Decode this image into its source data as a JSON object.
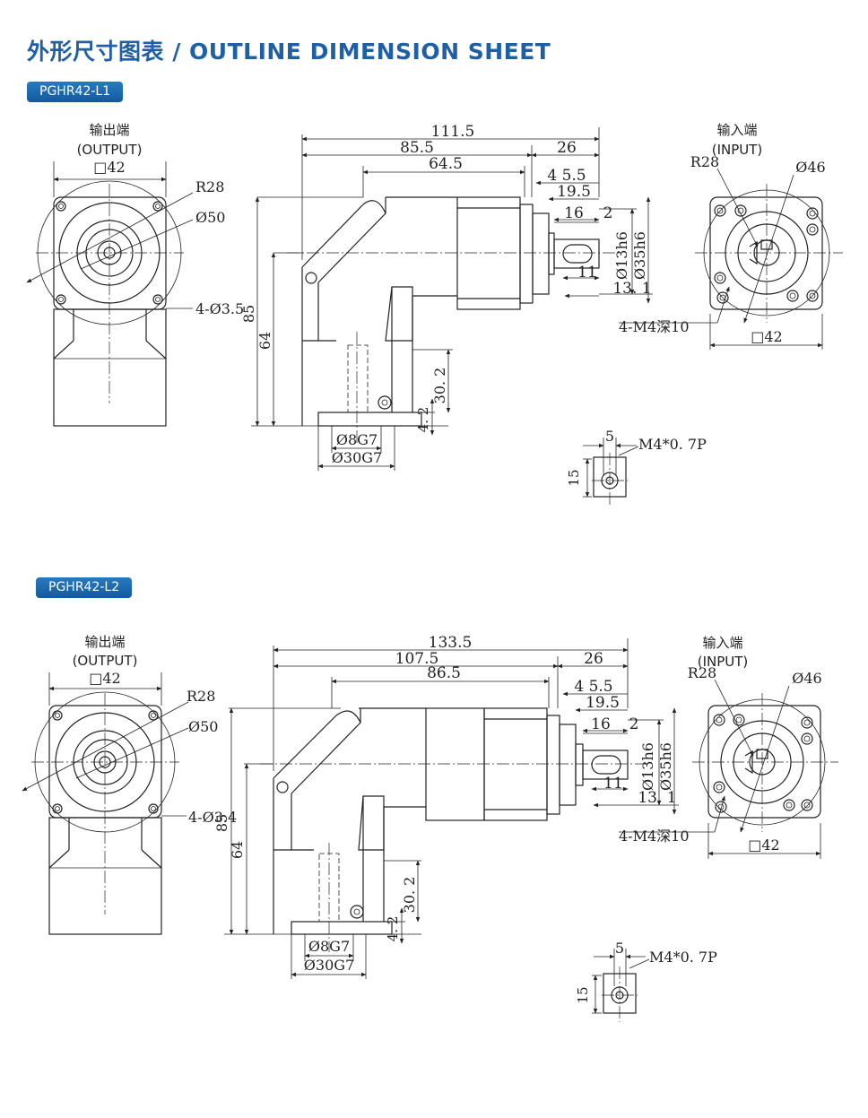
{
  "page_title": "外形尺寸图表 / OUTLINE DIMENSION SHEET",
  "sections": [
    {
      "model": "PGHR42-L1",
      "output_label_cn": "输出端",
      "output_label_en": "(OUTPUT)",
      "output_square": "□42",
      "output_r": "R28",
      "output_dia": "Ø50",
      "output_holes": "4-Ø3.5",
      "input_label_cn": "输入端",
      "input_label_en": "(INPUT)",
      "input_r": "R28",
      "input_dia": "Ø46",
      "input_holes": "4-M4深10",
      "input_square": "□42",
      "dim_total": "111.5",
      "dim_body": "85.5",
      "dim_shaft_len": "26",
      "dim_inner": "64.5",
      "dim_45_5": "4 5.5",
      "dim_19_5": "19.5",
      "dim_16": "16",
      "dim_2": "2",
      "dim_11": "11",
      "dim_13_1": "13. 1",
      "dim_shaft_dia": "Ø13h6",
      "dim_pilot_dia": "Ø35h6",
      "dim_height_85": "85",
      "dim_height_64": "64",
      "dim_30_2": "30. 2",
      "dim_4_2": "4. 2",
      "dim_bore": "Ø8G7",
      "dim_pilot_bottom": "Ø30G7",
      "tap_width": "5",
      "tap_spec": "M4*0. 7P",
      "tap_depth": "15"
    },
    {
      "model": "PGHR42-L2",
      "output_label_cn": "输出端",
      "output_label_en": "(OUTPUT)",
      "output_square": "□42",
      "output_r": "R28",
      "output_dia": "Ø50",
      "output_holes": "4-Ø3.4",
      "input_label_cn": "输入端",
      "input_label_en": "(INPUT)",
      "input_r": "R28",
      "input_dia": "Ø46",
      "input_holes": "4-M4深10",
      "input_square": "□42",
      "dim_total": "133.5",
      "dim_body": "107.5",
      "dim_shaft_len": "26",
      "dim_inner": "86.5",
      "dim_45_5": "4 5.5",
      "dim_19_5": "19.5",
      "dim_16": "16",
      "dim_2": "2",
      "dim_11": "11",
      "dim_13_1": "13. 1",
      "dim_shaft_dia": "Ø13h6",
      "dim_pilot_dia": "Ø35h6",
      "dim_height_85": "85",
      "dim_height_64": "64",
      "dim_30_2": "30. 2",
      "dim_4_2": "4. 2",
      "dim_bore": "Ø8G7",
      "dim_pilot_bottom": "Ø30G7",
      "tap_width": "5",
      "tap_spec": "M4*0. 7P",
      "tap_depth": "15"
    }
  ]
}
